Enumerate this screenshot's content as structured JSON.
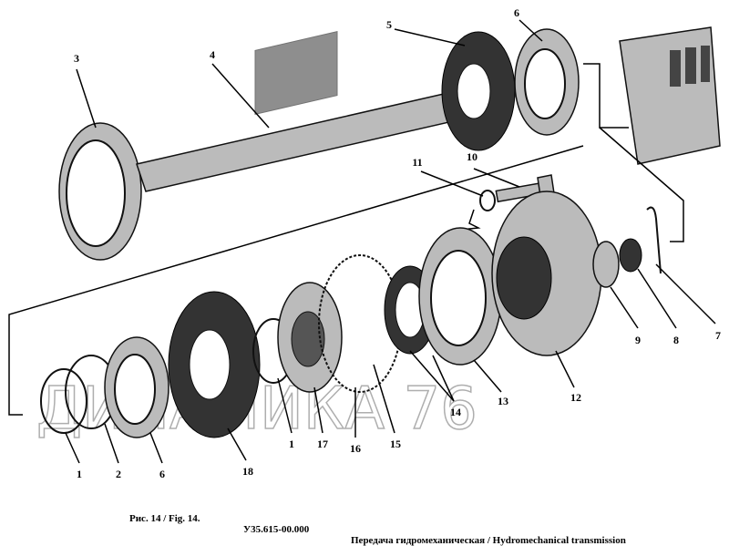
{
  "caption": {
    "figure": "Рис. 14 / Fig. 14.",
    "code": "У35.615-00.000",
    "title": "Передача гидромеханическая / Hydromechanical transmission"
  },
  "watermark": "ДИНАМИКА 76",
  "callouts": [
    "1",
    "2",
    "6",
    "18",
    "1",
    "17",
    "16",
    "15",
    "14",
    "13",
    "12",
    "9",
    "8",
    "7",
    "11",
    "10",
    "3",
    "4",
    "5",
    "6"
  ]
}
